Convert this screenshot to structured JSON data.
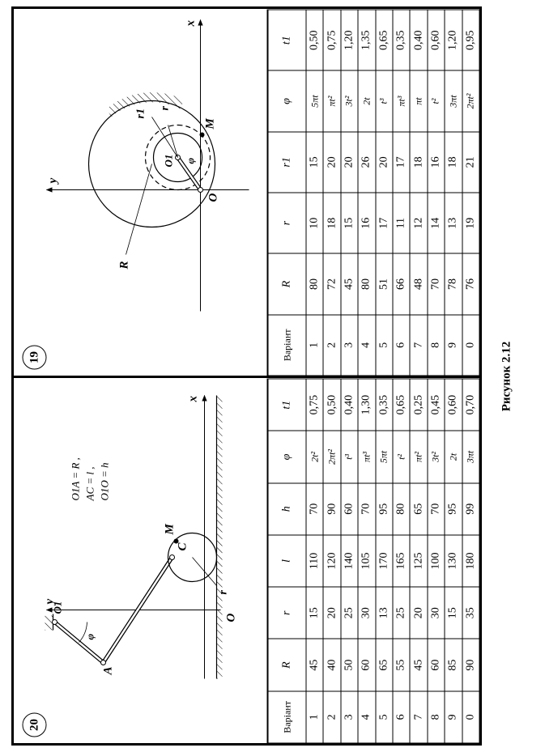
{
  "caption": "Рисунок 2.12",
  "panel19": {
    "number": "19",
    "labels": {
      "y": "y",
      "x": "x",
      "R": "R",
      "r": "r",
      "r1": "r1",
      "M": "M",
      "O": "O",
      "O1": "O1",
      "phi": "φ"
    },
    "table": {
      "headers": [
        "Варіант",
        "R",
        "r",
        "r1",
        "φ",
        "t1"
      ],
      "rows": [
        [
          "1",
          "80",
          "10",
          "15",
          "5πt",
          "0,50"
        ],
        [
          "2",
          "72",
          "18",
          "20",
          "πt²",
          "0,75"
        ],
        [
          "3",
          "45",
          "15",
          "20",
          "3t²",
          "1,20"
        ],
        [
          "4",
          "80",
          "16",
          "26",
          "2t",
          "1,35"
        ],
        [
          "5",
          "51",
          "17",
          "20",
          "t³",
          "0,65"
        ],
        [
          "6",
          "66",
          "11",
          "17",
          "πt³",
          "0,35"
        ],
        [
          "7",
          "48",
          "12",
          "18",
          "πt",
          "0,40"
        ],
        [
          "8",
          "70",
          "14",
          "16",
          "t²",
          "0,60"
        ],
        [
          "9",
          "78",
          "13",
          "18",
          "3πt",
          "1,20"
        ],
        [
          "0",
          "76",
          "19",
          "21",
          "2πt²",
          "0,95"
        ]
      ]
    }
  },
  "panel20": {
    "number": "20",
    "labels": {
      "y": "y",
      "x": "x",
      "O": "O",
      "O1": "O1",
      "A": "A",
      "C": "C",
      "M": "M",
      "r": "r",
      "phi": "φ"
    },
    "notes": [
      "O1A = R ,",
      "AC = l ,",
      "O1O = h"
    ],
    "table": {
      "headers": [
        "Варіант",
        "R",
        "r",
        "l",
        "h",
        "φ",
        "t1"
      ],
      "rows": [
        [
          "1",
          "45",
          "15",
          "110",
          "70",
          "2t²",
          "0,75"
        ],
        [
          "2",
          "40",
          "20",
          "120",
          "90",
          "2πt²",
          "0,50"
        ],
        [
          "3",
          "50",
          "25",
          "140",
          "60",
          "t³",
          "0,40"
        ],
        [
          "4",
          "60",
          "30",
          "105",
          "70",
          "πt³",
          "1,30"
        ],
        [
          "5",
          "65",
          "13",
          "170",
          "95",
          "5πt",
          "0,35"
        ],
        [
          "6",
          "55",
          "25",
          "165",
          "80",
          "t²",
          "0,65"
        ],
        [
          "7",
          "45",
          "20",
          "125",
          "65",
          "πt²",
          "0,25"
        ],
        [
          "8",
          "60",
          "30",
          "100",
          "70",
          "3t²",
          "0,45"
        ],
        [
          "9",
          "85",
          "15",
          "130",
          "95",
          "2t",
          "0,60"
        ],
        [
          "0",
          "90",
          "35",
          "180",
          "99",
          "3πt",
          "0,70"
        ]
      ]
    }
  }
}
